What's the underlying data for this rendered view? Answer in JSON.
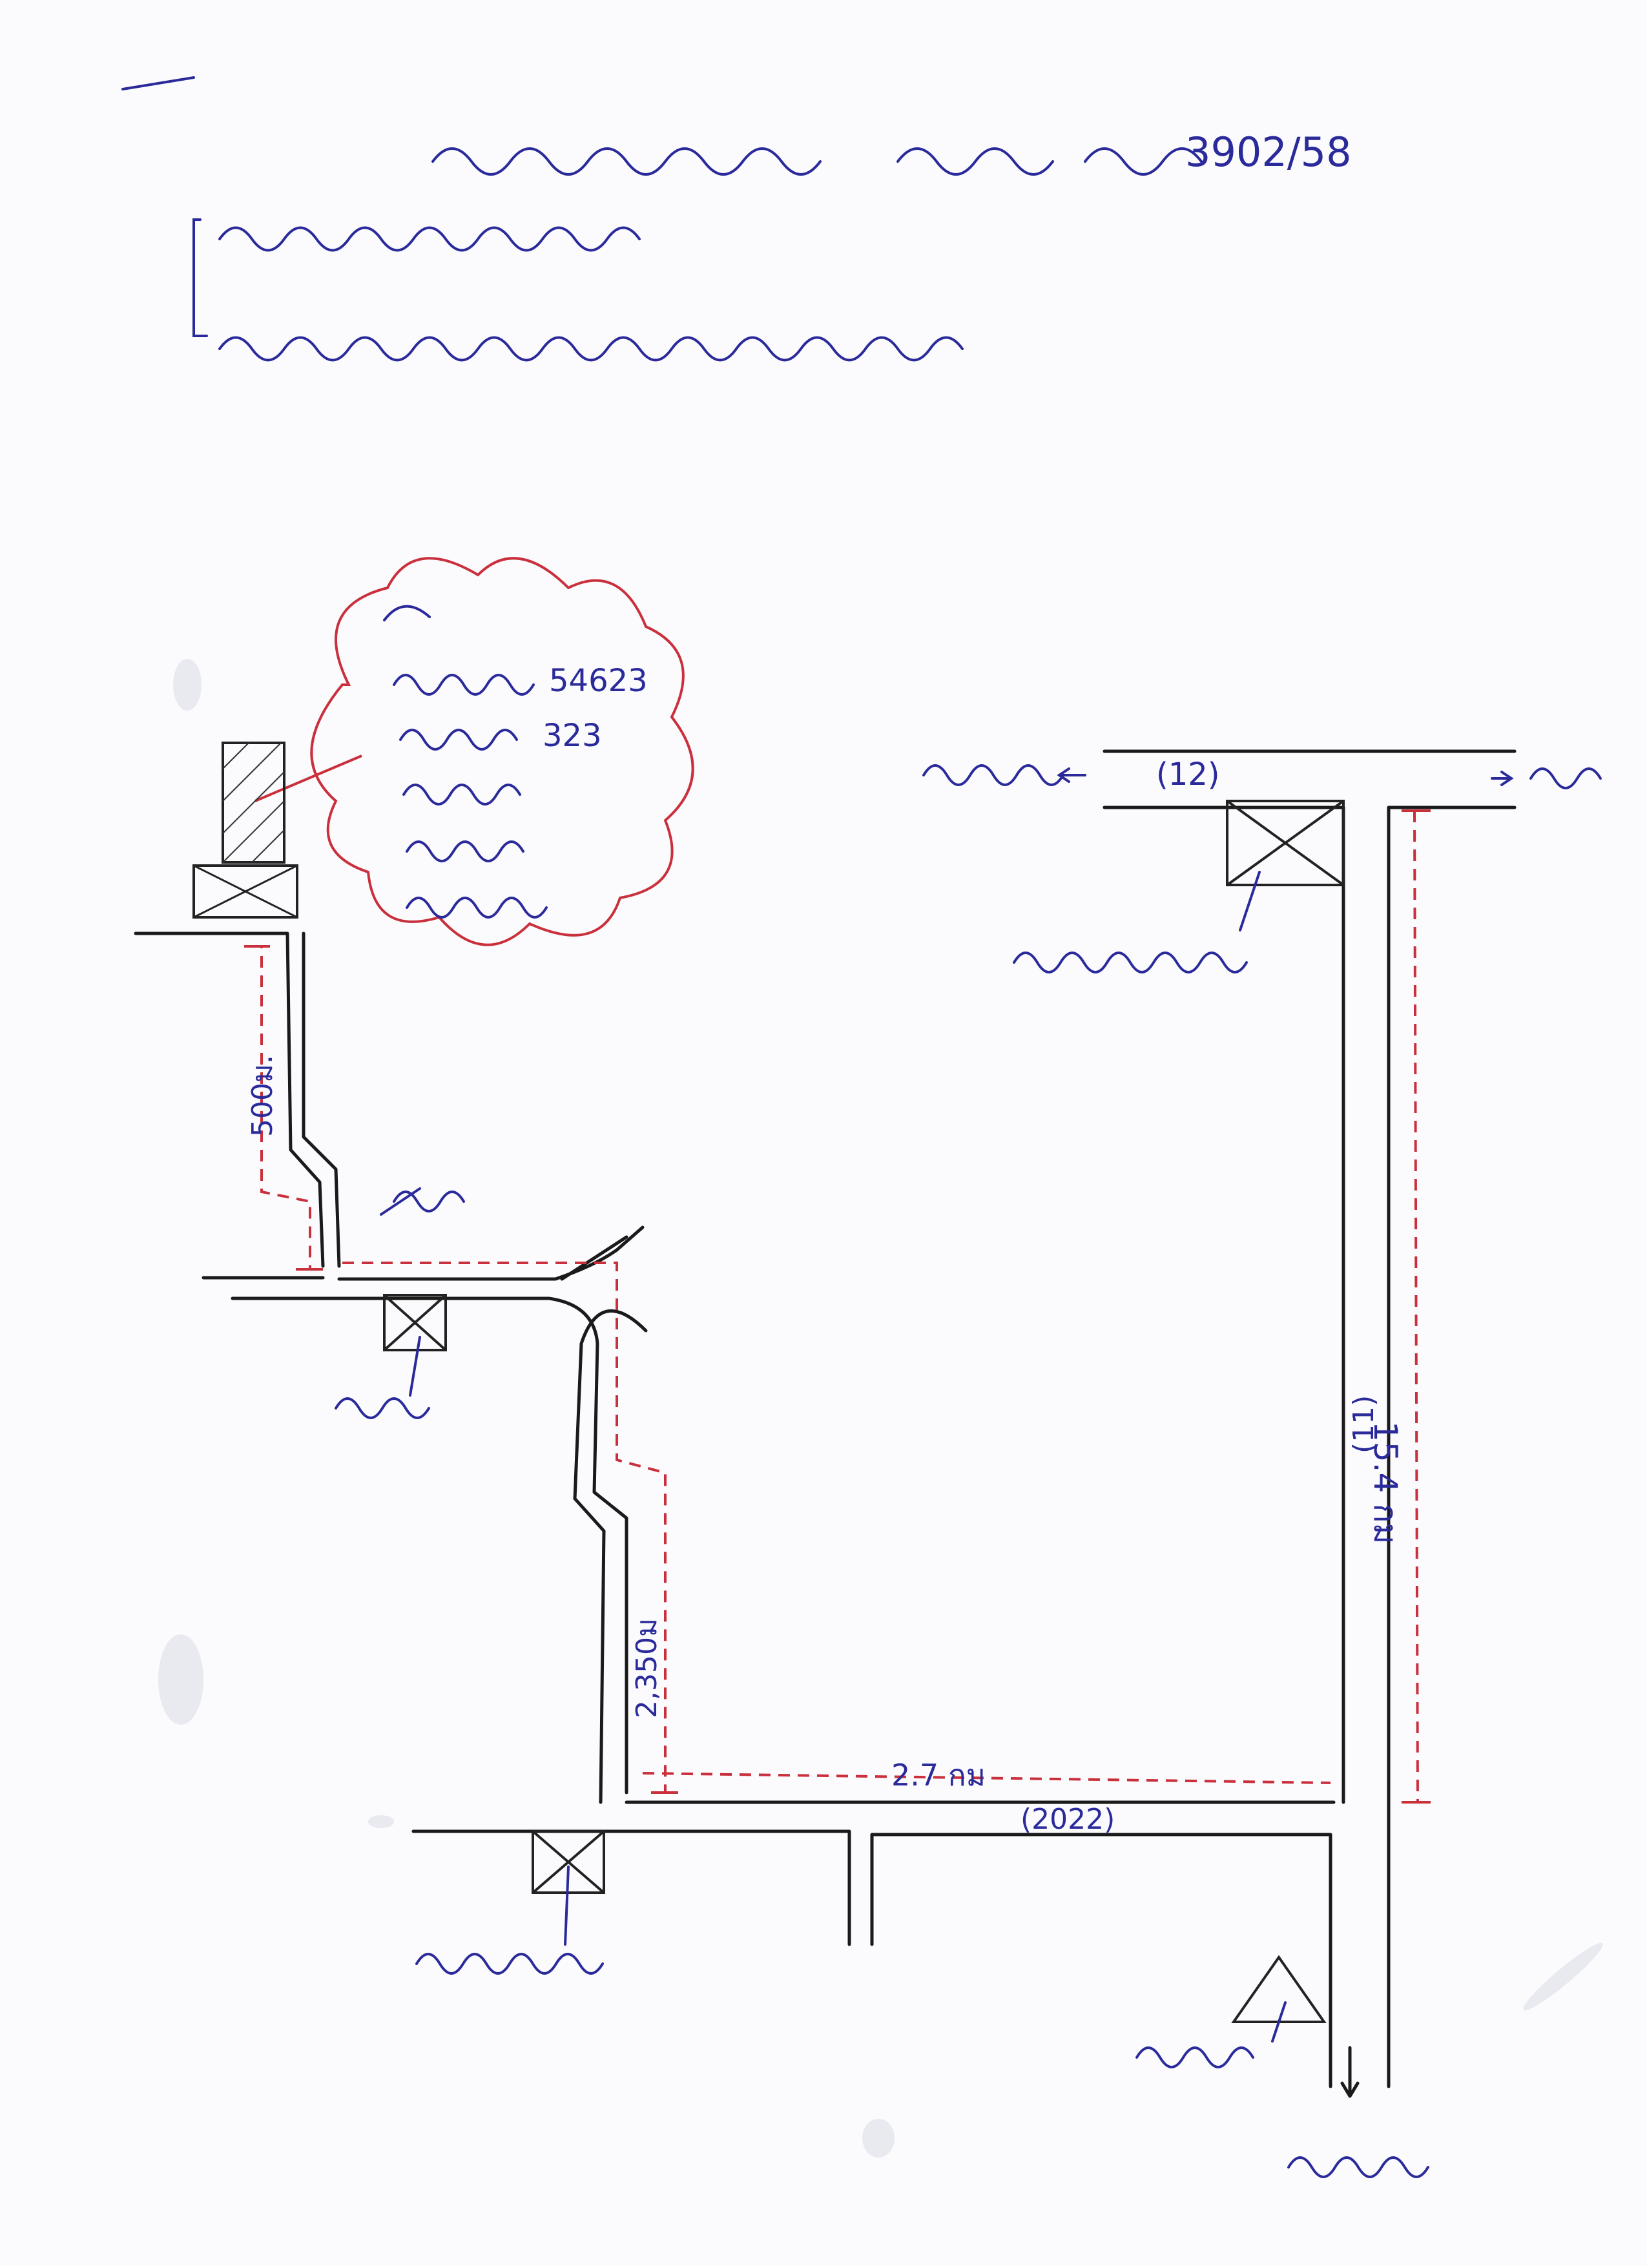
{
  "case_number": "3902/58",
  "house_number": "323",
  "land_parcel_number": "54623",
  "distances": {
    "upper_segment": "500ม.",
    "middle_segment": "2,350ม",
    "lower_segment": "2.7 กม",
    "right_segment": "15.4 กม"
  },
  "road_numbers": {
    "top_road": "(12)",
    "bottom_road": "(2022)",
    "right_road": "(11)"
  },
  "colors": {
    "ink": "#2a2a9a",
    "road_line": "#1a1a1a",
    "measure_line": "#c9303c"
  }
}
